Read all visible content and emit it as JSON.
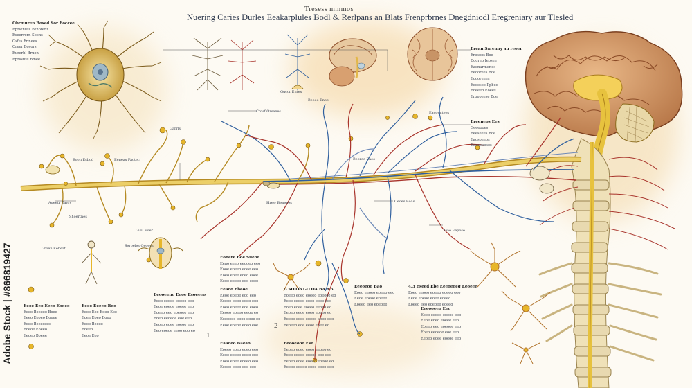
{
  "header": {
    "top_label": "Tresess mmmos",
    "title": "Nuering Caries Durles Eeakarplules Bodl & Rerlpans an Blats Frenprbrnes Dnegdniodl Eregreniary aur Tlesled"
  },
  "stamp": "Adobe Stock | #866819427",
  "callouts": [
    "Obrmuren Bosed Sor Eoccee",
    "Eprlenuss Fenotent",
    "Eseerrorn Seens",
    "Gsfes Ennees",
    "Creer Bosors",
    "Eurerbl Bruen",
    "Eprssuss Bmee",
    "Boon Esbod",
    "Eeneas Faotec",
    "Garrls",
    "Ageetr Eavrs",
    "Shoertnes",
    "Gisu Eoer",
    "Seroeles Geoecs",
    "Groen Eebeat",
    "Crosf Orsenes",
    "Guccr Entes",
    "Beoee Enoe",
    "Eacoentees",
    "Beoree Eaeo",
    "Ceoes Boas",
    "Gao Eepose",
    "Hrew Beneees"
  ],
  "right_list": {
    "heading": "Erean Sarenny au reoer",
    "items": [
      "Eresoos Boe",
      "Dooreo Ieosee",
      "Eaenarmenos",
      "Eeoorees Boe",
      "Eoooreees",
      "Eeoesee Ppbeo",
      "Eoeeeo Eoees",
      "Eroeoeese Boe"
    ],
    "heading2": "Ereeneos Ees",
    "items2": [
      "Geeeooes",
      "Eeeseees Eoe",
      "Eaosoeeos",
      "Eeooeeeses"
    ]
  },
  "panels": [
    {
      "heading": "Eonere Boe Sueoe",
      "lines": [
        "Eeao eeeo eeooeo eeo",
        "Eooe eoeeo eoee eeo",
        "Eoeo eoee eoeo eoee",
        "Eeoe eoeeo eoo eoeo"
      ]
    },
    {
      "heading": "Eeooeeno Eooe Esoeeeo",
      "lines": [
        "Eoeo eeoeo eoeeo eeo",
        "Eeoe eoeoe eoeee eeo",
        "Eoeeo eeo eoeoee eeo",
        "Eoeo eeoeoe eoe eeo",
        "Eeoeo eoee eoeoe eeo",
        "Eeo eoeoe eeoo eoo eo"
      ]
    },
    {
      "heading": "Eeaoo Ebeoe",
      "lines": [
        "Eeoe eoeoe eoo eeo",
        "Eoeoe eeoo eoeo eoo",
        "Eoeo eoeee eoe eoeo",
        "Eeoeo eoeeo eeoe eo",
        "Eoeoeeo eoeo eoee eo",
        "Eeoe eoeoe eoeo eoe"
      ]
    },
    {
      "heading": "G.SO Ob GO OA BA 8.5",
      "lines": [
        "Eoeeo eoeo eoeeo eoeeoe eo",
        "Eeoe eeoeo eoeo eoee eeo",
        "Eoeo eoee eoeeo eeoeo eo",
        "Eeoeo eeoe eoeo eoeeo eo",
        "Eoeoe eoee eoeeo eoeo eeo",
        "Eeoeeo eoe eeoe eoee eo"
      ]
    },
    {
      "heading": "Eeooeooe Ese",
      "lines": [
        "Eeoeo eoeo eoeo eeoeo eo",
        "Eoeo eoeeo eoeoe eoe eeo",
        "Eeoeo eoee eoeeo eoeoe eo",
        "Eoeoe eoeoe eoee eoeo eeo"
      ]
    },
    {
      "heading": "Eaaoeo Baeao",
      "lines": [
        "Eoeeo eoeo eoeo eeo",
        "Eeoe eoeeo eoeo eoe",
        "Eoeo eoee eoeeo eeo",
        "Eeoeo eoeo eoe eeo"
      ]
    },
    {
      "heading": "4.3 Eseed Ebe Eeeoeoeg Eeoeee",
      "lines": [
        "Eoeo eeoeo eoeeo eoeeo eeo",
        "Eeoe eoeoe eoee eoeeo",
        "Eoeeo eeo eoeoee eoeeo"
      ]
    },
    {
      "heading": "Eeeooeeo Eeo",
      "lines": [
        "Eoeo eeoeo eoeoe eeo",
        "Eeoe eoeo eoeee eeo",
        "Eoeeo eeo eoeoee eeo",
        "Eoeo eeoeoe eoe eeo",
        "Eeoeo eoee eoeoe eeo"
      ]
    },
    {
      "heading": "Eeeoeoo Bao",
      "lines": [
        "Eoeo eeoeo eoeeo eeo",
        "Eeoe eoeoe eoeee",
        "Eoeeo eeo eoeoee"
      ]
    }
  ],
  "left_list": {
    "heading": "Eeoe Eeo Eeeo Eooeo",
    "items": [
      "Eeeo Boeeeo Boee",
      "Eeeo Eeoeo Eoeee",
      "Eoee Beeeoeee",
      "Eoeoe Eoeeo",
      "Eeoeo Boeee"
    ]
  },
  "left_list2": {
    "heading": "Eeeo Eeeeo Boo",
    "items": [
      "Eeoe Eeo Eoeo Eee",
      "Eoee Eoeo Eoeo",
      "Eeoe Beoee",
      "Eoeeo",
      "Eeoe Eeo"
    ]
  },
  "figure_numbers": [
    "1",
    "2"
  ],
  "colors": {
    "nerve_yellow": "#d9b43c",
    "nerve_dark": "#8a6a1c",
    "vein_blue": "#2f5f9e",
    "artery_red": "#a8332b",
    "brain_pink": "#d8a070",
    "brain_dark": "#8a4a26",
    "spine_bone": "#e8d9b0",
    "wash": "#f6d9a3"
  }
}
